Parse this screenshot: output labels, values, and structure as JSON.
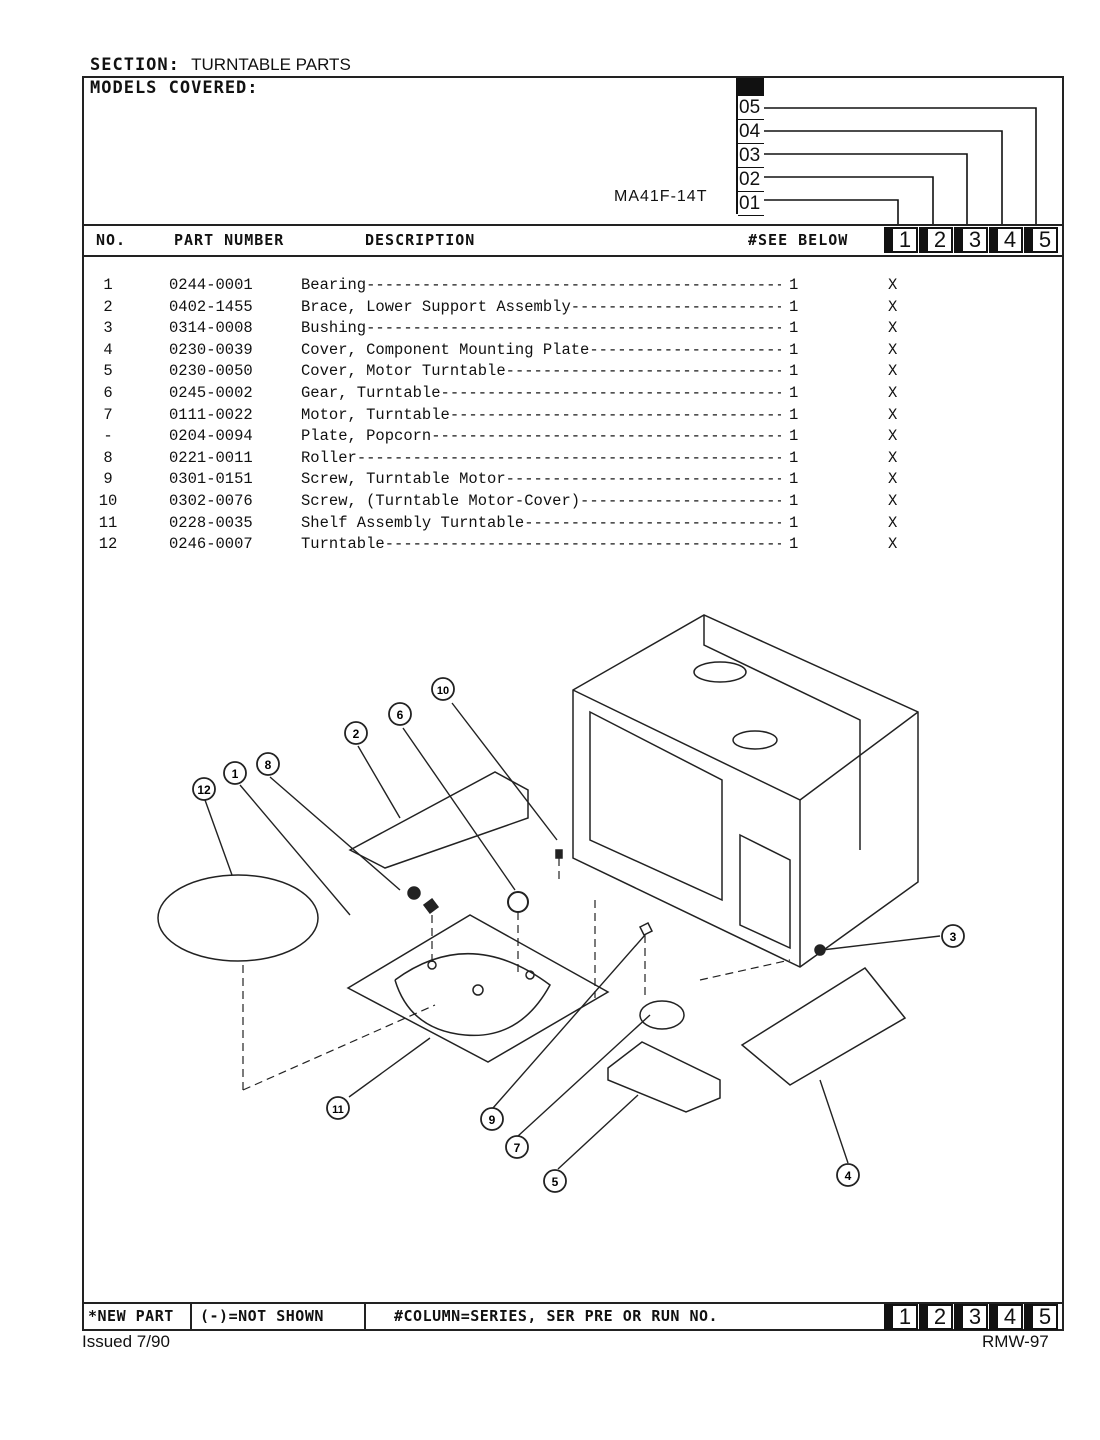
{
  "header": {
    "section_label": "SECTION:",
    "section_value": "TURNTABLE PARTS",
    "models_label": "MODELS COVERED:",
    "model_name": "MA41F-14T",
    "series_codes": [
      "05",
      "04",
      "03",
      "02",
      "01"
    ]
  },
  "columns": {
    "no": "NO.",
    "part_number": "PART NUMBER",
    "description": "DESCRIPTION",
    "see_below": "#SEE BELOW",
    "series": [
      "1",
      "2",
      "3",
      "4",
      "5"
    ]
  },
  "parts": [
    {
      "no": "1",
      "part_number": "0244-0001",
      "description": "Bearing",
      "qty": "1",
      "series_1": "X"
    },
    {
      "no": "2",
      "part_number": "0402-1455",
      "description": "Brace, Lower Support Assembly",
      "qty": "1",
      "series_1": "X"
    },
    {
      "no": "3",
      "part_number": "0314-0008",
      "description": "Bushing",
      "qty": "1",
      "series_1": "X"
    },
    {
      "no": "4",
      "part_number": "0230-0039",
      "description": "Cover, Component Mounting Plate",
      "qty": "1",
      "series_1": "X"
    },
    {
      "no": "5",
      "part_number": "0230-0050",
      "description": "Cover, Motor Turntable",
      "qty": "1",
      "series_1": "X"
    },
    {
      "no": "6",
      "part_number": "0245-0002",
      "description": "Gear, Turntable",
      "qty": "1",
      "series_1": "X"
    },
    {
      "no": "7",
      "part_number": "0111-0022",
      "description": "Motor, Turntable",
      "qty": "1",
      "series_1": "X"
    },
    {
      "no": "-",
      "part_number": "0204-0094",
      "description": "Plate, Popcorn",
      "qty": "1",
      "series_1": "X"
    },
    {
      "no": "8",
      "part_number": "0221-0011",
      "description": "Roller",
      "qty": "1",
      "series_1": "X"
    },
    {
      "no": "9",
      "part_number": "0301-0151",
      "description": "Screw, Turntable Motor",
      "qty": "1",
      "series_1": "X"
    },
    {
      "no": "10",
      "part_number": "0302-0076",
      "description": "Screw, (Turntable Motor-Cover)",
      "qty": "1",
      "series_1": "X"
    },
    {
      "no": "11",
      "part_number": "0228-0035",
      "description": "Shelf Assembly Turntable",
      "qty": "1",
      "series_1": "X"
    },
    {
      "no": "12",
      "part_number": "0246-0007",
      "description": "Turntable",
      "qty": "1",
      "series_1": "X"
    }
  ],
  "diagram": {
    "callouts": [
      "1",
      "2",
      "3",
      "4",
      "5",
      "6",
      "7",
      "8",
      "9",
      "10",
      "11",
      "12"
    ]
  },
  "footer": {
    "new_part": "*NEW PART",
    "not_shown": "(-)=NOT SHOWN",
    "column_note": "#COLUMN=SERIES, SER PRE OR RUN NO.",
    "series": [
      "1",
      "2",
      "3",
      "4",
      "5"
    ],
    "issued": "Issued 7/90",
    "doc_no": "RMW-97"
  }
}
